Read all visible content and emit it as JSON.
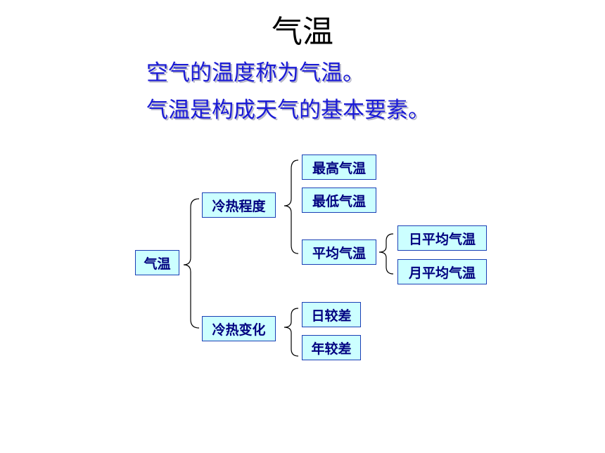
{
  "title": "气温",
  "definition_lines": [
    "空气的温度称为气温。",
    "气温是构成天气的基本要素。"
  ],
  "tree": {
    "root": "气温",
    "level1": [
      "冷热程度",
      "冷热变化"
    ],
    "degree_children": [
      "最高气温",
      "最低气温",
      "平均气温"
    ],
    "average_children": [
      "日平均气温",
      "月平均气温"
    ],
    "change_children": [
      "日较差",
      "年较差"
    ]
  },
  "colors": {
    "box_fill": "#ccffff",
    "box_border": "#1a3fb5",
    "box_text": "#000080",
    "definition_text": "#1a1ad6"
  }
}
